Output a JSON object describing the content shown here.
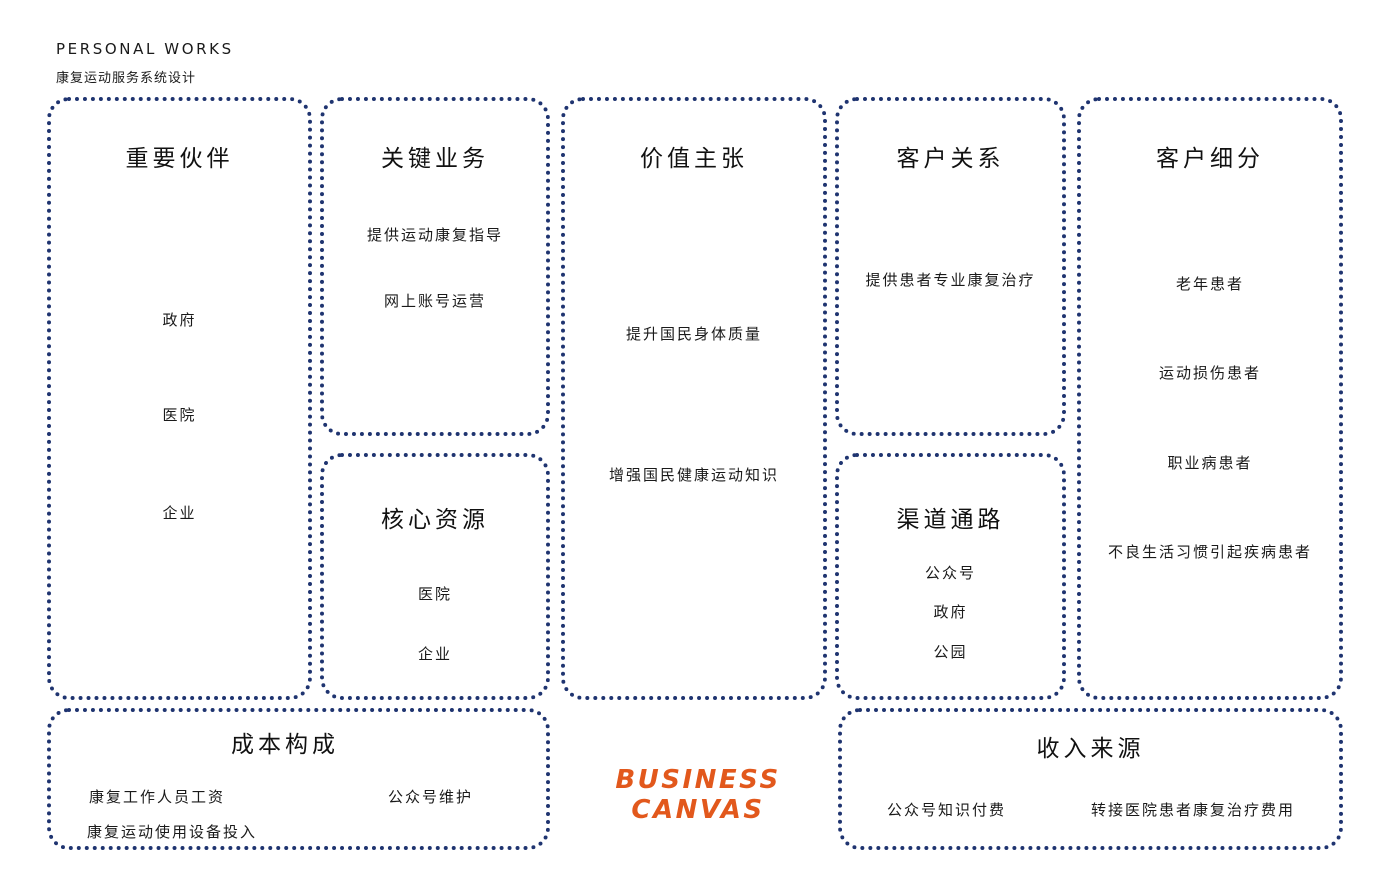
{
  "header": {
    "title": "PERSONAL WORKS",
    "subtitle": "康复运动服务系统设计"
  },
  "blocks": {
    "key_partners": {
      "title": "重要伙伴",
      "items": [
        "政府",
        "医院",
        "企业"
      ]
    },
    "key_activities": {
      "title": "关键业务",
      "items": [
        "提供运动康复指导",
        "网上账号运营"
      ]
    },
    "key_resources": {
      "title": "核心资源",
      "items": [
        "医院",
        "企业"
      ]
    },
    "value_propositions": {
      "title": "价值主张",
      "items": [
        "提升国民身体质量",
        "增强国民健康运动知识"
      ]
    },
    "customer_relationships": {
      "title": "客户关系",
      "items": [
        "提供患者专业康复治疗"
      ]
    },
    "channels": {
      "title": "渠道通路",
      "items": [
        "公众号",
        "政府",
        "公园"
      ]
    },
    "customer_segments": {
      "title": "客户细分",
      "items": [
        "老年患者",
        "运动损伤患者",
        "职业病患者",
        "不良生活习惯引起疾病患者"
      ]
    },
    "cost_structure": {
      "title": "成本构成",
      "items": [
        "康复工作人员工资",
        "公众号维护",
        "康复运动使用设备投入"
      ]
    },
    "revenue_streams": {
      "title": "收入来源",
      "items": [
        "公众号知识付费",
        "转接医院患者康复治疗费用"
      ]
    }
  },
  "canvas_label": "BUSINESS CANVAS",
  "colors": {
    "dotted_border": "#1f3470",
    "accent": "#e2581c",
    "text": "#111111"
  }
}
